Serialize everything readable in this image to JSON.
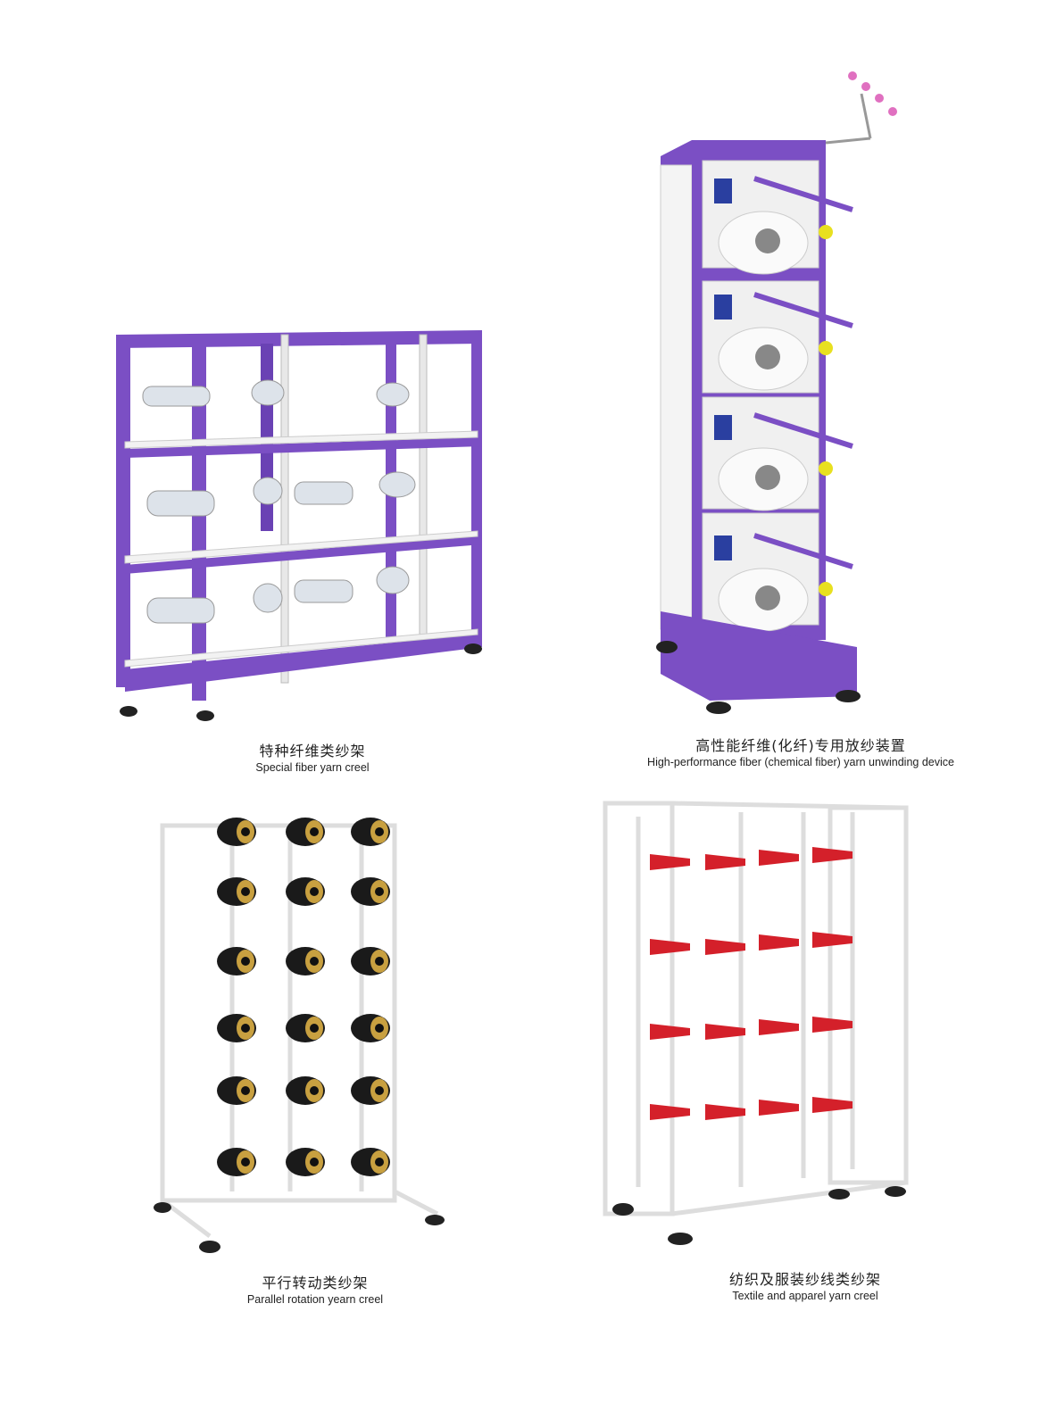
{
  "products": [
    {
      "title_zh": "特种纤维类纱架",
      "title_en": "Special fiber yarn creel"
    },
    {
      "title_zh": "高性能纤维(化纤)专用放纱装置",
      "title_en": "High-performance fiber (chemical fiber) yarn unwinding device"
    },
    {
      "title_zh": "平行转动类纱架",
      "title_en": "Parallel rotation yearn creel"
    },
    {
      "title_zh": "纺织及服装纱线类纱架",
      "title_en": "Textile and apparel yarn creel"
    }
  ],
  "colors": {
    "purple": "#7b4fc4",
    "purple_dark": "#5d36a6",
    "red_cone": "#d4202a",
    "black_bobbin": "#1a1a1a",
    "bobbin_rim": "#c8a040"
  }
}
